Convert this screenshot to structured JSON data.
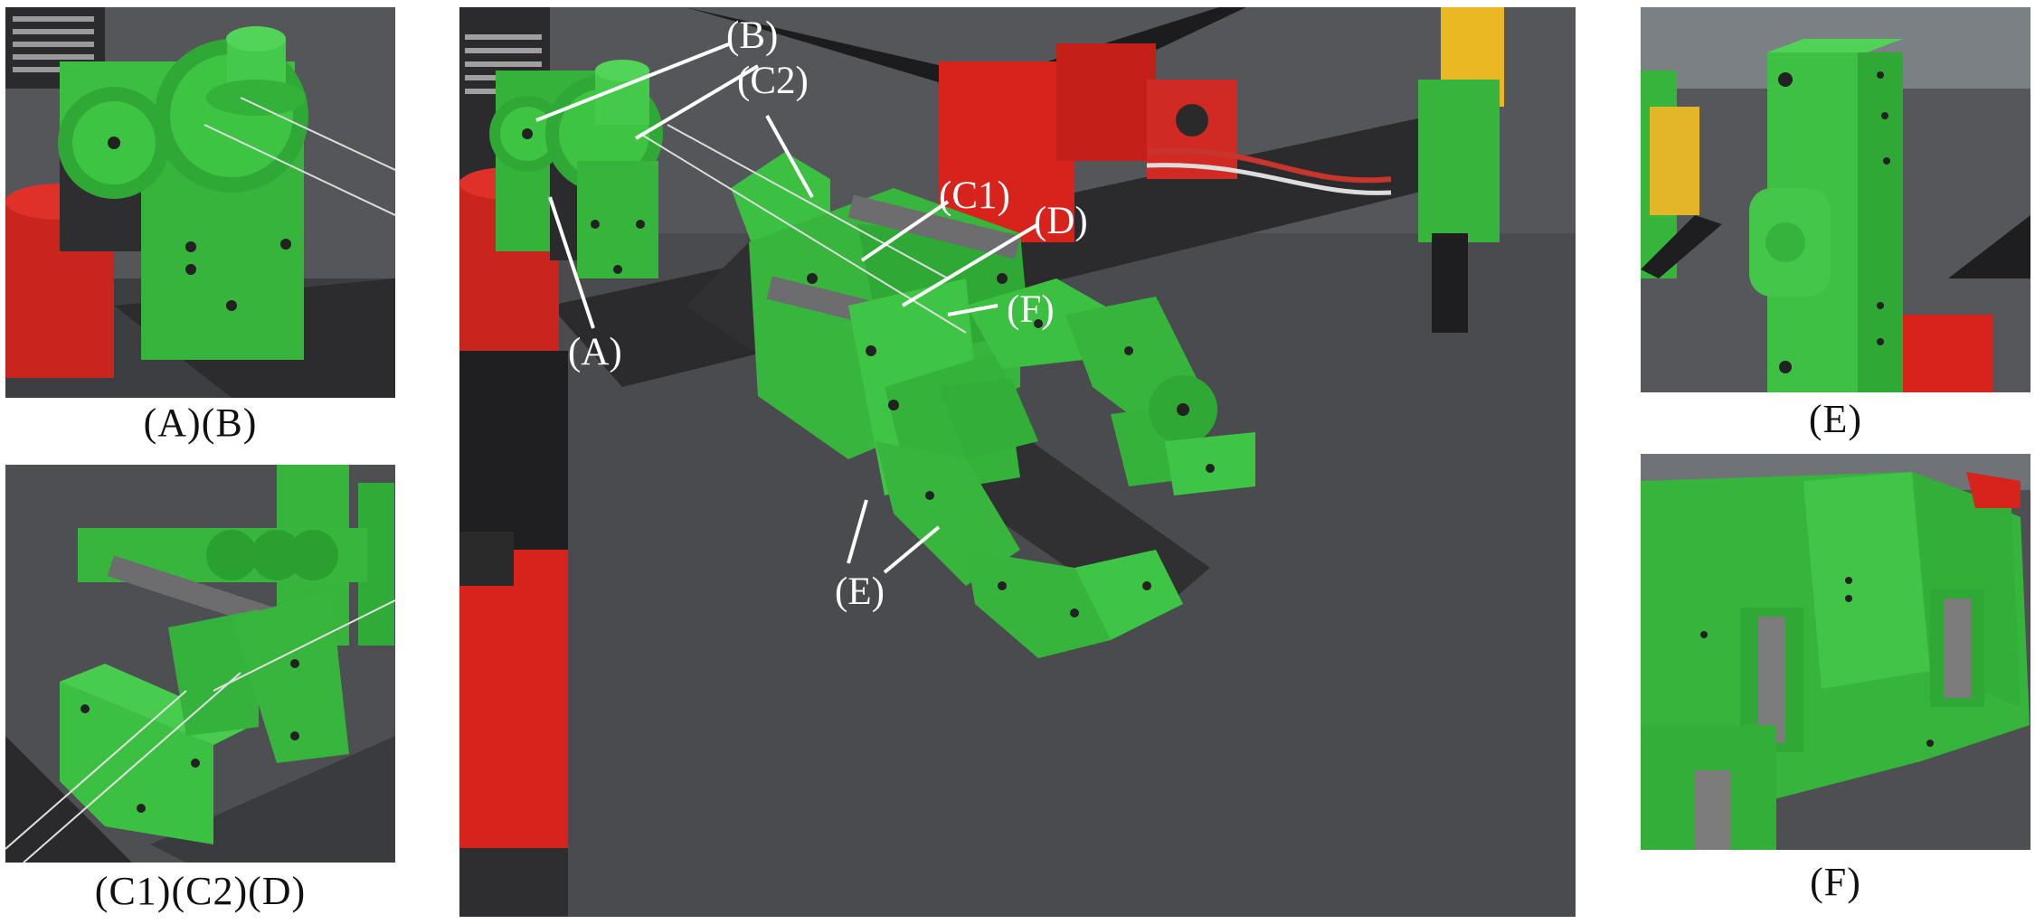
{
  "captions": {
    "top_left": "(A)(B)",
    "bottom_left": "(C1)(C2)(D)",
    "top_right": "(E)",
    "bottom_right": "(F)"
  },
  "main_labels": {
    "a": "(A)",
    "b": "(B)",
    "c1": "(C1)",
    "c2": "(C2)",
    "d": "(D)",
    "e": "(E)",
    "f": "(F)"
  },
  "colors": {
    "printed_parts": "#35b23a",
    "motor_housings": "#d8231c",
    "carbon_frame": "#2a2a2c",
    "carpet": "#4a4b4f",
    "annotation": "#ffffff"
  }
}
